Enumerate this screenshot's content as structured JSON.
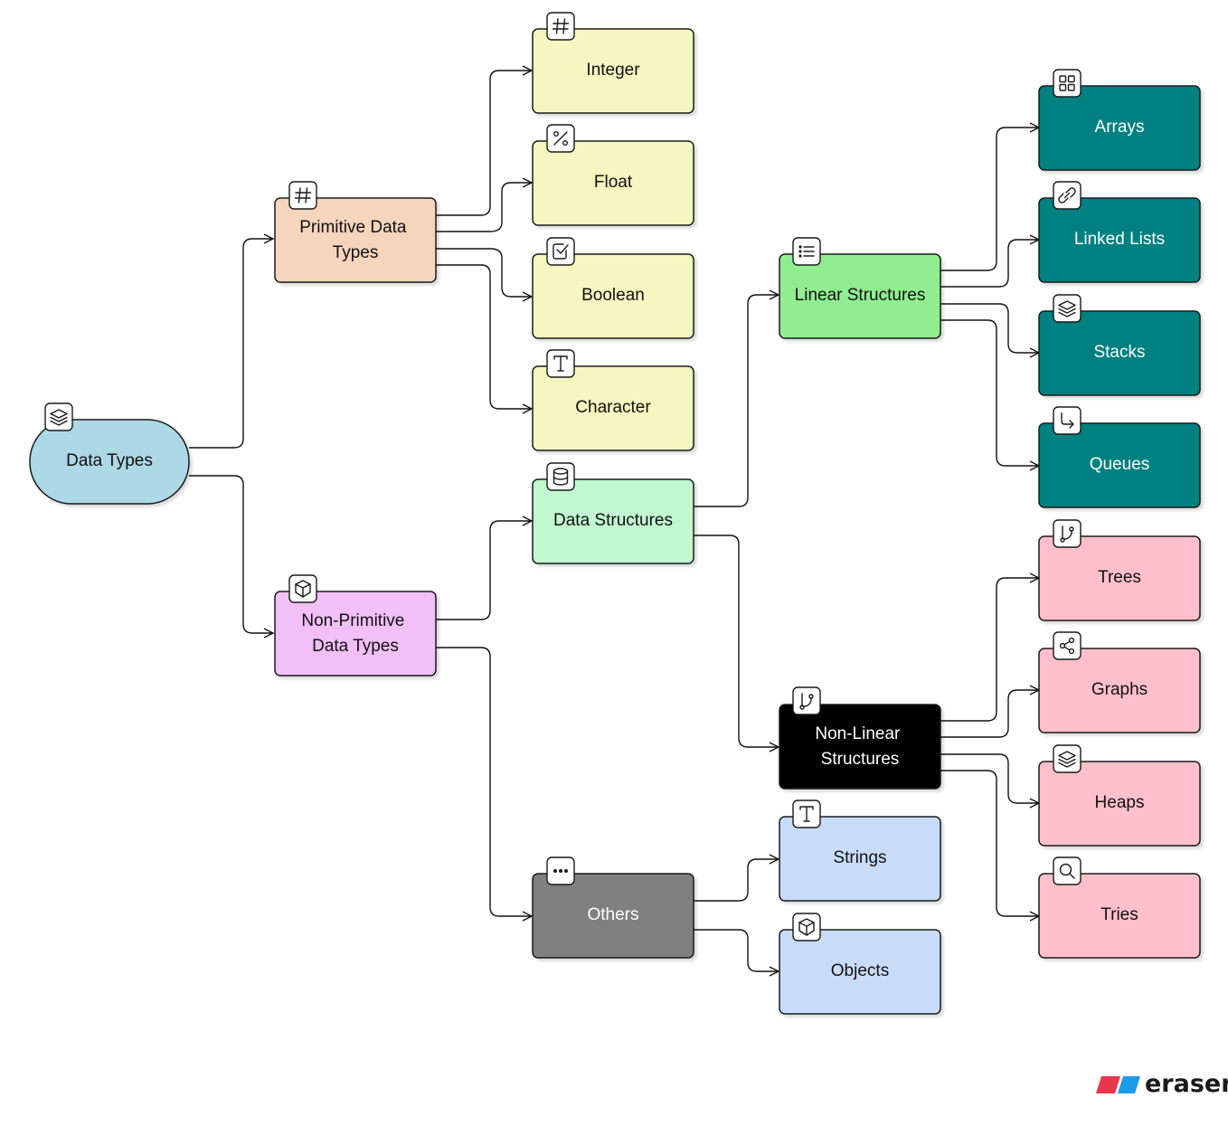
{
  "nodes": {
    "data_types": {
      "label": "Data Types",
      "icon": "layers-icon",
      "fill": "#add8e6"
    },
    "primitive": {
      "label_lines": [
        "Primitive Data",
        "Types"
      ],
      "icon": "hash-icon",
      "fill": "#f6d5bd"
    },
    "non_primitive": {
      "label_lines": [
        "Non-Primitive",
        "Data Types"
      ],
      "icon": "box-icon",
      "fill": "#f2bff6"
    },
    "integer": {
      "label": "Integer",
      "icon": "hash-icon",
      "fill": "#f5f7c0"
    },
    "float": {
      "label": "Float",
      "icon": "percent-icon",
      "fill": "#f5f7c0"
    },
    "boolean": {
      "label": "Boolean",
      "icon": "checkbox-icon",
      "fill": "#f5f7c0"
    },
    "character": {
      "label": "Character",
      "icon": "text-icon",
      "fill": "#f5f7c0"
    },
    "data_structures": {
      "label": "Data Structures",
      "icon": "database-icon",
      "fill": "#c1f8d0"
    },
    "others": {
      "label": "Others",
      "icon": "more-icon",
      "fill": "#808080"
    },
    "linear": {
      "label": "Linear Structures",
      "icon": "list-icon",
      "fill": "#90ee90"
    },
    "non_linear": {
      "label_lines": [
        "Non-Linear",
        "Structures"
      ],
      "icon": "git-branch-icon",
      "fill": "#000000"
    },
    "strings": {
      "label": "Strings",
      "icon": "text-icon",
      "fill": "#c8dcf8"
    },
    "objects": {
      "label": "Objects",
      "icon": "box-icon",
      "fill": "#c8dcf8"
    },
    "arrays": {
      "label": "Arrays",
      "icon": "grid-icon",
      "fill": "#008080"
    },
    "linked_lists": {
      "label": "Linked Lists",
      "icon": "link-icon",
      "fill": "#008080"
    },
    "stacks": {
      "label": "Stacks",
      "icon": "layers-icon",
      "fill": "#008080"
    },
    "queues": {
      "label": "Queues",
      "icon": "corner-arrow-icon",
      "fill": "#008080"
    },
    "trees": {
      "label": "Trees",
      "icon": "git-branch-icon",
      "fill": "#ffc0cb"
    },
    "graphs": {
      "label": "Graphs",
      "icon": "share-icon",
      "fill": "#ffc0cb"
    },
    "heaps": {
      "label": "Heaps",
      "icon": "layers-icon",
      "fill": "#ffc0cb"
    },
    "tries": {
      "label": "Tries",
      "icon": "search-icon",
      "fill": "#ffc0cb"
    }
  },
  "logo": {
    "text": "eraser"
  }
}
